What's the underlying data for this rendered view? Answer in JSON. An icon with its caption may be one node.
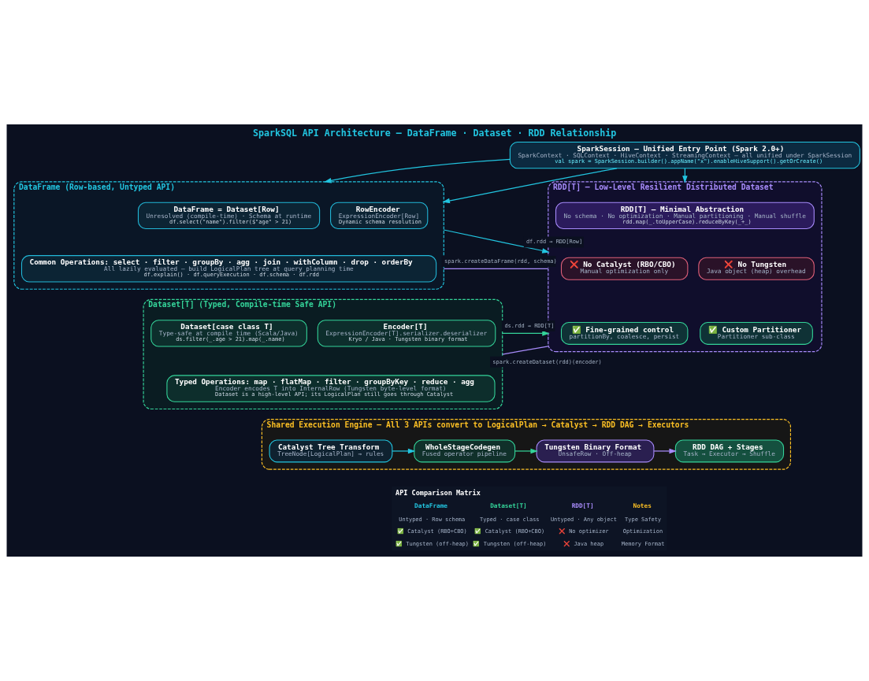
{
  "diagram": {
    "title": "SparkSQL API Architecture — DataFrame · Dataset · RDD Relationship",
    "nodes": [
      {
        "text": [
          "SparkSession — Unified Entry Point (Spark 2.0+)",
          "SparkContext · SQLContext · HiveContext · StreamingContext — all unified under SparkSession",
          "val spark = SparkSession.builder().appName(\"x\").enableHiveSupport().getOrCreate()"
        ]
      },
      {
        "text": [
          "DataFrame (Row-based, Untyped API)"
        ]
      },
      {
        "text": [
          "DataFrame = Dataset[Row]",
          "Unresolved (compile-time) · Schema at runtime",
          "df.select(\"name\").filter($\"age\" > 21)"
        ],
        "in": 1
      },
      {
        "text": [
          "RowEncoder",
          "ExpressionEncoder[Row]",
          "Dynamic schema resolution"
        ],
        "in": 1
      },
      {
        "text": [
          "Common Operations: select · filter · groupBy · agg · join · withColumn · drop · orderBy",
          "All lazily evaluated — build LogicalPlan tree at query planning time",
          "df.explain() · df.queryExecution · df.schema · df.rdd"
        ],
        "in": 1
      },
      {
        "text": [
          "Dataset[T] (Typed, Compile-time Safe API)"
        ]
      },
      {
        "text": [
          "Dataset[case class T]",
          "Type-safe at compile time (Scala/Java)",
          "ds.filter(_.age > 21).map(_.name)"
        ],
        "in": 5
      },
      {
        "text": [
          "Encoder[T]",
          "ExpressionEncoder[T].serializer.deserializer",
          "Kryo / Java · Tungsten binary format"
        ],
        "in": 5
      },
      {
        "text": [
          "Typed Operations: map · flatMap · filter · groupByKey · reduce · agg",
          "Encoder encodes T into InternalRow (Tungsten byte-level format)",
          "Dataset is a high-level API; its LogicalPlan still goes through Catalyst"
        ],
        "in": 5
      },
      {
        "text": [
          "RDD[T] — Low-Level Resilient Distributed Dataset"
        ]
      },
      {
        "text": [
          "RDD[T] — Minimal Abstraction",
          "No schema · No optimization · Manual partitioning · Manual shuffle",
          "rdd.map(_.toUpperCase).reduceByKey(_+_)"
        ],
        "in": 9
      },
      {
        "text": [
          "❌ No Catalyst (RBO/CBO)",
          "Manual optimization only"
        ],
        "in": 9
      },
      {
        "text": [
          "❌ No Tungsten",
          "Java object (heap) overhead"
        ],
        "in": 9
      },
      {
        "text": [
          "✅ Fine-grained control",
          "partitionBy, coalesce, persist"
        ],
        "in": 9
      },
      {
        "text": [
          "✅ Custom Partitioner",
          "Partitioner sub-class"
        ],
        "in": 9
      },
      {
        "text": [
          "Shared Execution Engine — All 3 APIs convert to LogicalPlan → Catalyst → RDD DAG → Executors"
        ]
      },
      {
        "text": [
          "Catalyst Tree Transform",
          "TreeNode[LogicalPlan] → rules"
        ],
        "in": 15
      },
      {
        "text": [
          "WholeStageCodegen",
          "Fused operator pipeline"
        ],
        "in": 15
      },
      {
        "text": [
          "Tungsten Binary Format",
          "UnsafeRow · Off-heap"
        ],
        "in": 15
      },
      {
        "text": [
          "RDD DAG + Stages",
          "Task → Executor → Shuffle"
        ],
        "in": 15
      }
    ],
    "edges": [
      {
        "from": 0,
        "to": 1,
        "arrow": "to"
      },
      {
        "from": 0,
        "to": 1,
        "arrow": "to"
      },
      {
        "from": 0,
        "to": 9,
        "arrow": "to"
      },
      {
        "from": 1,
        "to": 9,
        "arrow": "to",
        "label": "df.rdd → RDD[Row]"
      },
      {
        "from": 9,
        "to": 1,
        "arrow": "none",
        "label": "spark.createDataFrame(rdd, schema)",
        "color": "#a78bfa"
      },
      {
        "from": 5,
        "to": 9,
        "arrow": "to",
        "label": "ds.rdd → RDD[T]",
        "color": "#34d399"
      },
      {
        "from": 9,
        "to": 5,
        "arrow": "none",
        "label": "spark.createDataset(rdd)(encoder)",
        "color": "#a78bfa"
      },
      {
        "from": 16,
        "to": 17,
        "arrow": "to"
      },
      {
        "from": 17,
        "to": 18,
        "arrow": "to",
        "color": "#34d399"
      },
      {
        "from": 18,
        "to": 19,
        "arrow": "to",
        "color": "#a78bfa"
      }
    ],
    "labels": [
      "API Comparison Matrix",
      "DataFrame",
      "Dataset[T]",
      "RDD[T]",
      "Notes",
      "Untyped · Row schema",
      "Typed · case class",
      "Untyped · Any object",
      "Type Safety",
      "✅ Catalyst (RBO+CBO)",
      "✅ Catalyst (RBO+CBO)",
      "❌ No optimizer",
      "Optimization",
      "✅ Tungsten (off-heap)",
      "✅ Tungsten (off-heap)",
      "❌ Java heap",
      "Memory Format"
    ]
  }
}
